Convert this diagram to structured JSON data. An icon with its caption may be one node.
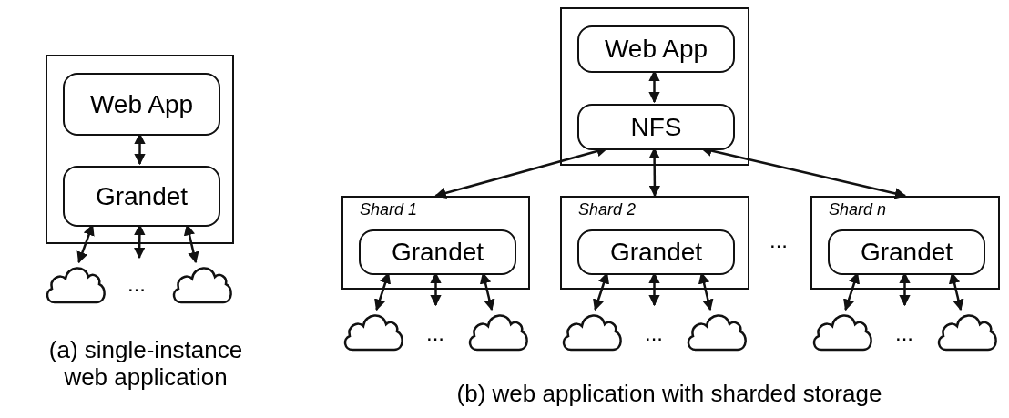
{
  "diagram": {
    "nodes": [
      {
        "text": [],
        "shape": "box"
      },
      {
        "text": [
          "Web App"
        ],
        "in": 0
      },
      {
        "text": [
          "Grandet"
        ],
        "in": 0
      },
      {
        "text": [],
        "shape": "cloud"
      },
      {
        "text": [],
        "shape": "cloud"
      },
      {
        "text": [],
        "shape": "box"
      },
      {
        "text": [
          "Web App"
        ],
        "in": 5
      },
      {
        "text": [
          "NFS"
        ],
        "in": 5
      },
      {
        "text": [
          "Shard 1"
        ]
      },
      {
        "text": [
          "Grandet"
        ],
        "in": 8
      },
      {
        "text": [
          "Shard 2"
        ]
      },
      {
        "text": [
          "Grandet"
        ],
        "in": 10
      },
      {
        "text": [
          "Shard n"
        ]
      },
      {
        "text": [
          "Grandet"
        ],
        "in": 12
      },
      {
        "text": [],
        "shape": "cloud"
      },
      {
        "text": [],
        "shape": "cloud"
      },
      {
        "text": [],
        "shape": "cloud"
      },
      {
        "text": [],
        "shape": "cloud"
      },
      {
        "text": [],
        "shape": "cloud"
      },
      {
        "text": [],
        "shape": "cloud"
      }
    ],
    "edges": [
      {
        "from": 1,
        "to": 2,
        "arrow": "both"
      },
      {
        "from": 2,
        "to": 3,
        "arrow": "both"
      },
      {
        "from": 2,
        "to": null,
        "arrow": "both"
      },
      {
        "from": 2,
        "to": 4,
        "arrow": "both"
      },
      {
        "from": 6,
        "to": 7,
        "arrow": "both"
      },
      {
        "from": 7,
        "to": 8,
        "arrow": "both"
      },
      {
        "from": 7,
        "to": 10,
        "arrow": "both"
      },
      {
        "from": 7,
        "to": 12,
        "arrow": "both"
      },
      {
        "from": 9,
        "to": 14,
        "arrow": "both"
      },
      {
        "from": 9,
        "to": null,
        "arrow": "both"
      },
      {
        "from": 9,
        "to": 15,
        "arrow": "both"
      },
      {
        "from": 11,
        "to": 16,
        "arrow": "both"
      },
      {
        "from": 11,
        "to": null,
        "arrow": "both"
      },
      {
        "from": 11,
        "to": 17,
        "arrow": "both"
      },
      {
        "from": 13,
        "to": 18,
        "arrow": "both"
      },
      {
        "from": 13,
        "to": null,
        "arrow": "both"
      },
      {
        "from": 13,
        "to": 19,
        "arrow": "both"
      }
    ],
    "labels": [
      "...",
      "...",
      "...",
      "...",
      "...",
      "(a) single-instance web application",
      "(b) web application with sharded storage"
    ]
  }
}
